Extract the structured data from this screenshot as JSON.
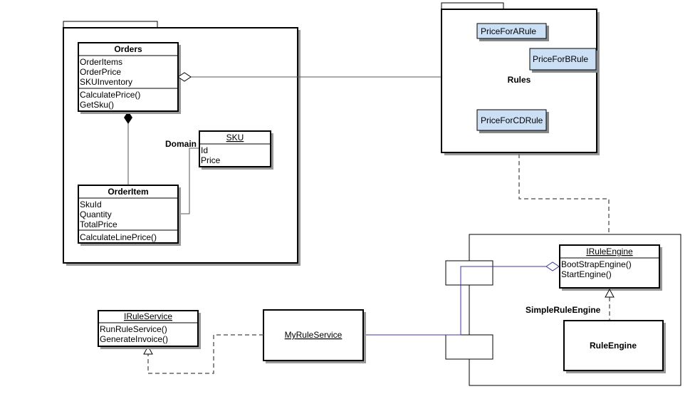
{
  "packages": {
    "domain": {
      "label": "Domain"
    },
    "rules": {
      "label": "Rules"
    },
    "engine": {
      "label": "SimpleRuleEngine"
    }
  },
  "classes": {
    "orders": {
      "name": "Orders",
      "attributes": [
        "OrderItems",
        "OrderPrice",
        "SKUInventory"
      ],
      "methods": [
        "CalculatePrice()",
        "GetSku()"
      ]
    },
    "orderitem": {
      "name": "OrderItem",
      "attributes": [
        "SkuId",
        "Quantity",
        "TotalPrice"
      ],
      "methods": [
        "CalculateLinePrice()"
      ]
    },
    "sku": {
      "name": "SKU",
      "attributes": [
        "Id",
        "Price"
      ]
    },
    "iruleengine": {
      "name": "IRuleEngine",
      "methods": [
        "BootStrapEngine()",
        "StartEngine()"
      ]
    },
    "iruleservice": {
      "name": "IRuleService",
      "methods": [
        "RunRuleService()",
        "GenerateInvoice()"
      ]
    },
    "ruleengine": {
      "name": "RuleEngine"
    },
    "myruleservice": {
      "name": "MyRuleService"
    }
  },
  "rules": [
    {
      "name": "PriceForARule"
    },
    {
      "name": "PriceForBRule"
    },
    {
      "name": "PriceForCDRule"
    }
  ],
  "colors": {
    "rule_fill": "#cce0f5",
    "connector_blue": "#3333cc",
    "dashed": "#666666",
    "shadow": "#888888"
  }
}
